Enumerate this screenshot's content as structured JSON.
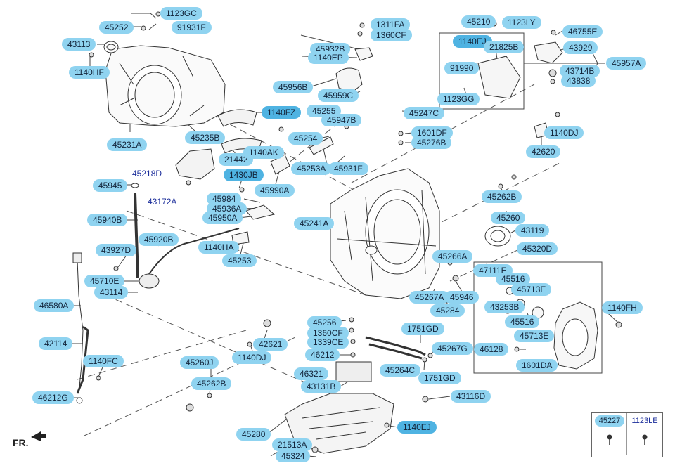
{
  "diagram": {
    "direction_label": "FR.",
    "plain_labels": [
      {
        "id": "45218D",
        "text": "45218D"
      },
      {
        "id": "43172A",
        "text": "43172A"
      }
    ],
    "callouts": [
      {
        "text": "1123GC"
      },
      {
        "text": "45252"
      },
      {
        "text": "91931F"
      },
      {
        "text": "43113"
      },
      {
        "text": "1140HF"
      },
      {
        "text": "45231A"
      },
      {
        "text": "45235B"
      },
      {
        "text": "1140FZ"
      },
      {
        "text": "21442"
      },
      {
        "text": "1311FA"
      },
      {
        "text": "1360CF"
      },
      {
        "text": "45932B"
      },
      {
        "text": "1140EP"
      },
      {
        "text": "45956B"
      },
      {
        "text": "45959C"
      },
      {
        "text": "45255"
      },
      {
        "text": "45947B"
      },
      {
        "text": "45254"
      },
      {
        "text": "45253A"
      },
      {
        "text": "45931F"
      },
      {
        "text": "1140AK"
      },
      {
        "text": "1430JB"
      },
      {
        "text": "45990A"
      },
      {
        "text": "45945"
      },
      {
        "text": "45984"
      },
      {
        "text": "45936A"
      },
      {
        "text": "45950A"
      },
      {
        "text": "45940B"
      },
      {
        "text": "45920B"
      },
      {
        "text": "1140HA"
      },
      {
        "text": "45253"
      },
      {
        "text": "45241A"
      },
      {
        "text": "43927D"
      },
      {
        "text": "45710E"
      },
      {
        "text": "43114"
      },
      {
        "text": "46580A"
      },
      {
        "text": "42114"
      },
      {
        "text": "1140FC"
      },
      {
        "text": "46212G"
      },
      {
        "text": "45210"
      },
      {
        "text": "1123LY"
      },
      {
        "text": "1140EJ"
      },
      {
        "text": "21825B"
      },
      {
        "text": "91990"
      },
      {
        "text": "1123GG"
      },
      {
        "text": "46755E"
      },
      {
        "text": "43929"
      },
      {
        "text": "45957A"
      },
      {
        "text": "43714B"
      },
      {
        "text": "43838"
      },
      {
        "text": "45247C"
      },
      {
        "text": "1601DF"
      },
      {
        "text": "45276B"
      },
      {
        "text": "1140DJ"
      },
      {
        "text": "42620"
      },
      {
        "text": "45262B"
      },
      {
        "text": "45260"
      },
      {
        "text": "43119"
      },
      {
        "text": "45320D"
      },
      {
        "text": "45266A"
      },
      {
        "text": "47111E"
      },
      {
        "text": "45516"
      },
      {
        "text": "45713E"
      },
      {
        "text": "45267A"
      },
      {
        "text": "45946"
      },
      {
        "text": "43253B"
      },
      {
        "text": "45284"
      },
      {
        "text": "1140FH"
      },
      {
        "text": "45516"
      },
      {
        "text": "45713E"
      },
      {
        "text": "45256"
      },
      {
        "text": "1751GD"
      },
      {
        "text": "1360CF"
      },
      {
        "text": "1339CE"
      },
      {
        "text": "42621"
      },
      {
        "text": "46212"
      },
      {
        "text": "45267G"
      },
      {
        "text": "46128"
      },
      {
        "text": "1140DJ"
      },
      {
        "text": "45264C"
      },
      {
        "text": "1601DA"
      },
      {
        "text": "46321"
      },
      {
        "text": "1751GD"
      },
      {
        "text": "45260J"
      },
      {
        "text": "45262B"
      },
      {
        "text": "43131B"
      },
      {
        "text": "43116D"
      },
      {
        "text": "45280"
      },
      {
        "text": "1140EJ"
      },
      {
        "text": "21513A"
      },
      {
        "text": "45324"
      }
    ],
    "legend": [
      {
        "text": "45227"
      },
      {
        "text": "1123LE"
      }
    ]
  }
}
